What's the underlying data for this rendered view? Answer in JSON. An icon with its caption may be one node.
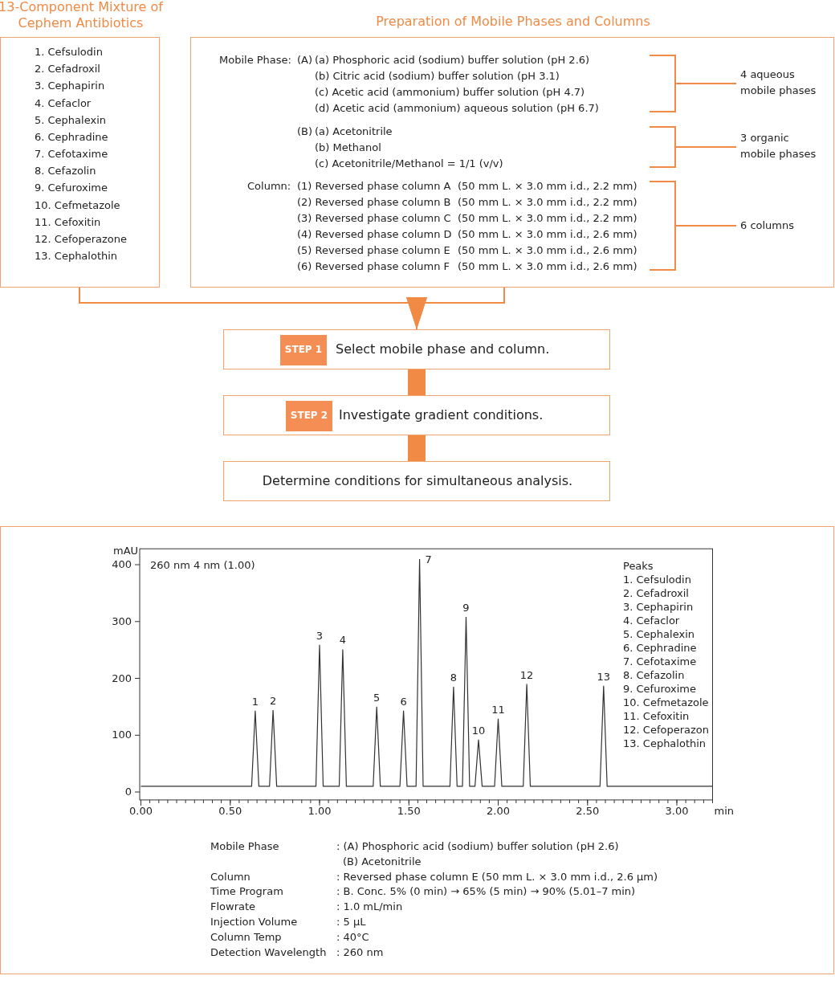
{
  "diagram": {
    "nodes": [
      {
        "text": [
          "13-Component Mixture of Cephem Antibiotics",
          "1. Cefsulodin",
          "2. Cefadroxil",
          "3. Cephapirin",
          "4. Cefaclor",
          "5. Cephalexin",
          "6. Cephradine",
          "7. Cefotaxime",
          "8. Cefazolin",
          "9. Cefuroxime",
          "10. Cefmetazole",
          "11. Cefoxitin",
          "12. Cefoperazone",
          "13. Cephalothin"
        ]
      },
      {
        "text": [
          "Preparation of Mobile Phases and Columns",
          "Mobile Phase:",
          "(A)",
          "(a) Phosphoric acid (sodium) buffer solution (pH 2.6)",
          "(b) Citric acid (sodium) buffer solution (pH 3.1)",
          "(c) Acetic acid (ammonium) buffer solution (pH 4.7)",
          "(d) Acetic acid (ammonium) aqueous solution (pH 6.7)",
          "(B)",
          "(a) Acetonitrile",
          "(b) Methanol",
          "(c) Acetonitrile/Methanol = 1/1 (v/v)",
          "Column:",
          "(1) Reversed phase column A",
          "(50 mm L. × 3.0 mm i.d., 2.2 mm)",
          "(2) Reversed phase column B",
          "(50 mm L. × 3.0 mm i.d., 2.2 mm)",
          "(3) Reversed phase column C",
          "(50 mm L. × 3.0 mm i.d., 2.2 mm)",
          "(4) Reversed phase column D",
          "(50 mm L. × 3.0 mm i.d., 2.6 mm)",
          "(5) Reversed phase column E",
          "(50 mm L. × 3.0 mm i.d., 2.6 mm)",
          "(6) Reversed phase column F",
          "(50 mm L. × 3.0 mm i.d., 2.6 mm)",
          "4 aqueous mobile phases",
          "3 organic mobile phases",
          "6 columns"
        ]
      },
      {
        "text": [
          "Select mobile phase and column."
        ]
      },
      {
        "text": [
          "STEP 1"
        ],
        "in": 2
      },
      {
        "text": [
          "Investigate gradient conditions."
        ]
      },
      {
        "text": [
          "STEP 2"
        ],
        "in": 4
      },
      {
        "text": [
          "Determine conditions for simultaneous analysis."
        ]
      },
      {
        "text": [
          "Mobile Phase",
          ": (A) Phosphoric acid (sodium) buffer solution (pH 2.6)",
          "(B) Acetonitrile",
          "Column",
          ": Reversed phase column E (50 mm L. × 3.0 mm i.d., 2.6 µm)",
          "Time Program",
          ": B. Conc. 5% (0 min) → 65% (5 min) → 90% (5.01–7 min)",
          "Flowrate",
          ": 1.0 mL/min",
          "Injection Volume",
          ": 5 µL",
          "Column Temp",
          ": 40°C",
          "Detection Wavelength",
          ": 260 nm"
        ]
      }
    ],
    "edges": [
      {
        "from": 0,
        "to": 2,
        "arrow": "to"
      },
      {
        "from": 1,
        "to": 2,
        "arrow": "to"
      },
      {
        "from": 2,
        "to": 4,
        "arrow": "to",
        "style": "thick"
      },
      {
        "from": 4,
        "to": 6,
        "arrow": "to",
        "style": "thick"
      }
    ],
    "chart_data": {
      "type": "line",
      "xlabel": "min",
      "ylabel": "mAU",
      "x": [
        0,
        0.62,
        0.64,
        0.66,
        0.72,
        0.74,
        0.76,
        0.98,
        1.0,
        1.02,
        1.11,
        1.13,
        1.15,
        1.3,
        1.32,
        1.34,
        1.45,
        1.47,
        1.49,
        1.54,
        1.56,
        1.58,
        1.73,
        1.75,
        1.77,
        1.8,
        1.82,
        1.84,
        1.87,
        1.89,
        1.91,
        1.98,
        2.0,
        2.02,
        2.14,
        2.16,
        2.18,
        2.57,
        2.59,
        2.61,
        3.2
      ],
      "series": [
        {
          "color": "#333333",
          "values": [
            10,
            10,
            143,
            10,
            10,
            144,
            10,
            10,
            259,
            10,
            10,
            251,
            10,
            10,
            150,
            10,
            10,
            143,
            10,
            10,
            410,
            10,
            10,
            185,
            10,
            10,
            308,
            10,
            10,
            92,
            10,
            10,
            129,
            10,
            10,
            190,
            10,
            10,
            187,
            10,
            10
          ]
        }
      ],
      "value_labels": [
        null,
        null,
        "1",
        null,
        null,
        "2",
        null,
        null,
        "3",
        null,
        null,
        "4",
        null,
        null,
        "5",
        null,
        null,
        "6",
        null,
        null,
        "7",
        null,
        null,
        "8",
        null,
        null,
        "9",
        null,
        null,
        "10",
        null,
        null,
        "11",
        null,
        null,
        "12",
        null,
        null,
        "13",
        null,
        null
      ],
      "xlim": [
        0,
        3.2
      ],
      "ylim": [
        -14,
        428
      ],
      "xticks": [
        {
          "value": 0,
          "label": "0.00"
        },
        {
          "value": 0.5,
          "label": "0.50"
        },
        {
          "value": 1,
          "label": "1.00"
        },
        {
          "value": 1.5,
          "label": "1.50"
        },
        {
          "value": 2,
          "label": "2.00"
        },
        {
          "value": 2.5,
          "label": "2.50"
        },
        {
          "value": 3,
          "label": "3.00"
        }
      ],
      "yticks": [
        0,
        100,
        200,
        300,
        400
      ],
      "annotations": [
        "260 nm 4 nm (1.00)",
        "Peaks",
        "1. Cefsulodin",
        "2. Cefadroxil",
        "3. Cephapirin",
        "4. Cefaclor",
        "5. Cephalexin",
        "6. Cephradine",
        "7. Cefotaxime",
        "8. Cefazolin",
        "9. Cefuroxime",
        "10. Cefmetazole",
        "11. Cefoxitin",
        "12. Cefoperazon",
        "13. Cephalothin"
      ]
    }
  }
}
